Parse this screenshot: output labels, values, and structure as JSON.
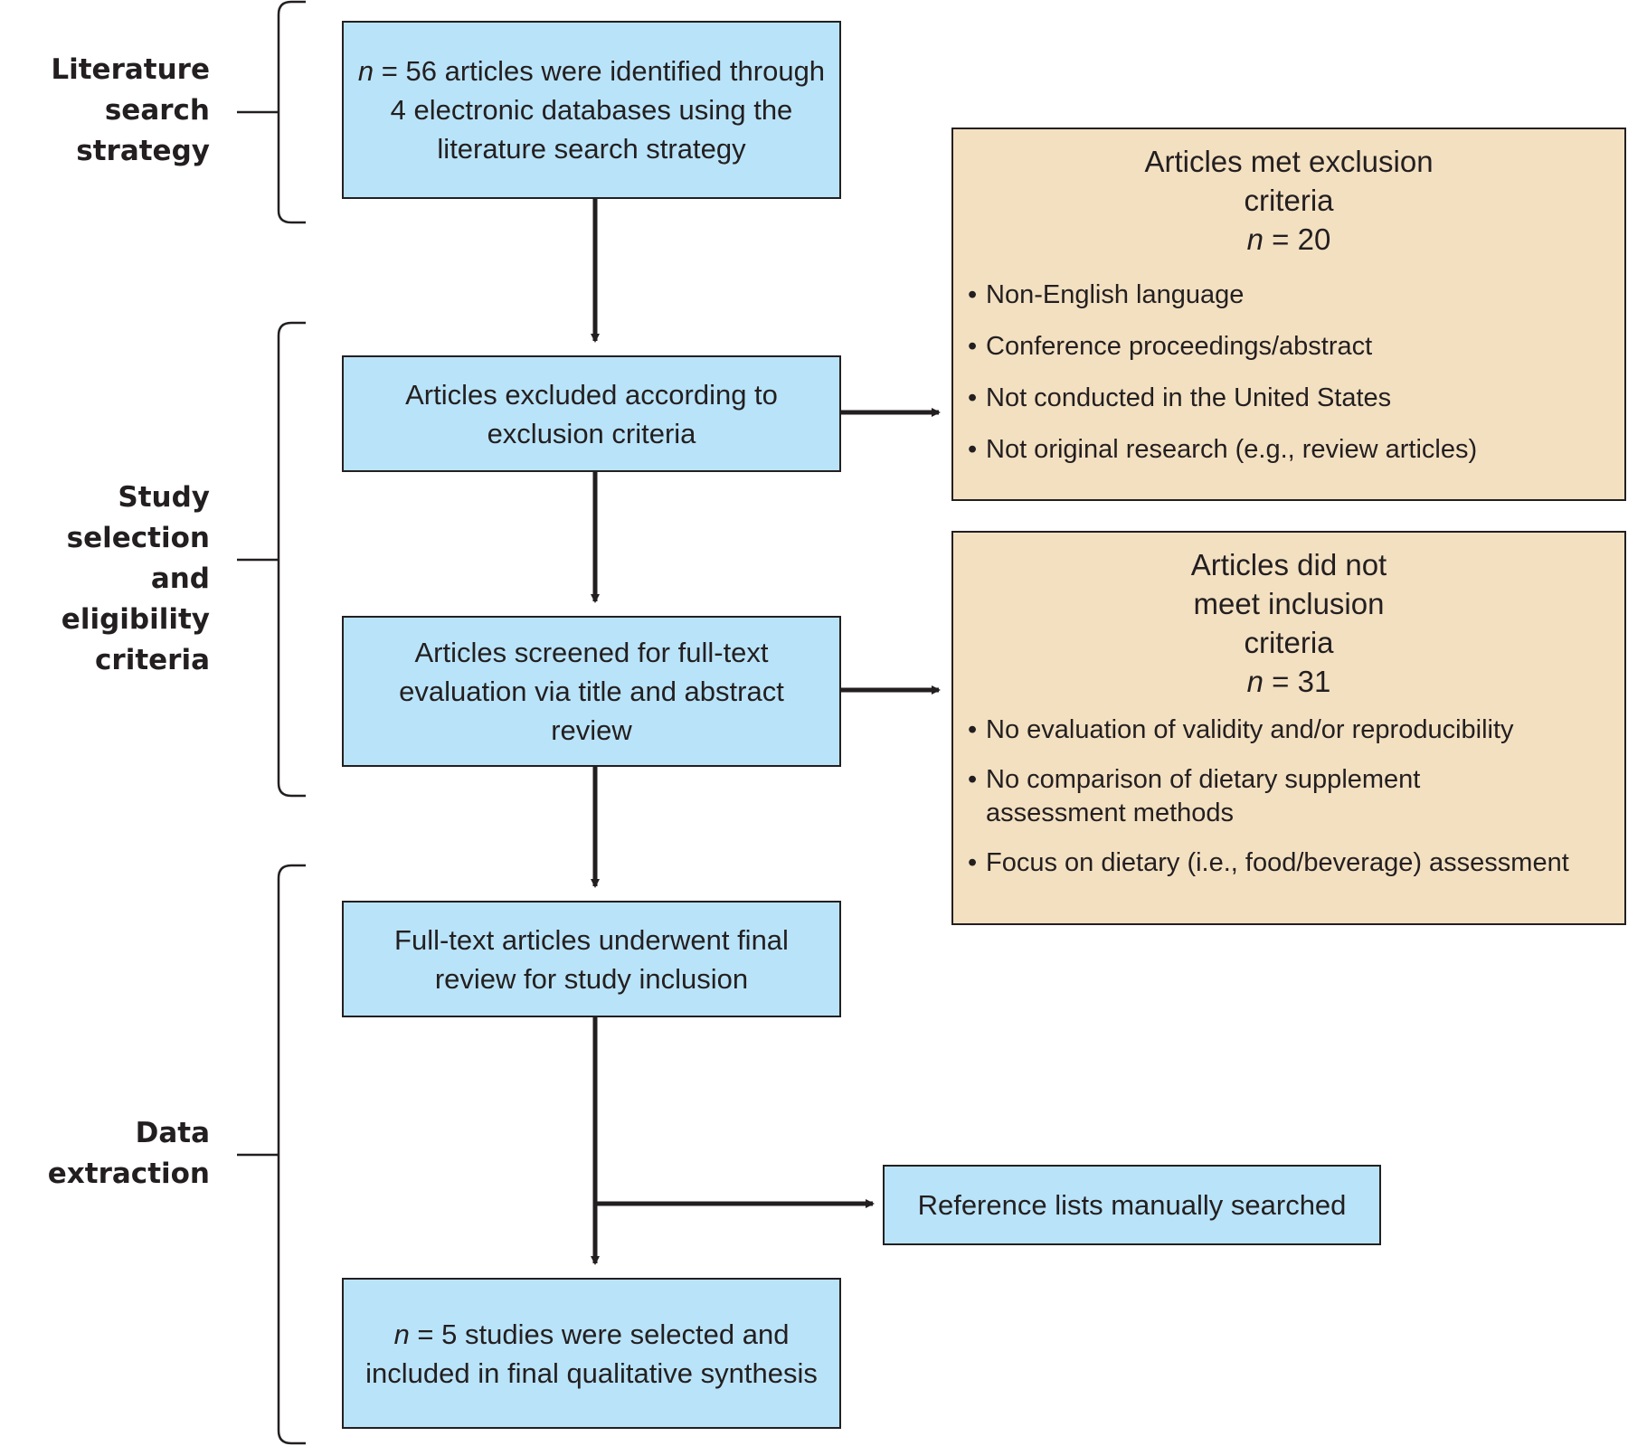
{
  "stages": {
    "literature_search": "Literature\nsearch\nstrategy",
    "study_selection": "Study\nselection\nand eligibility\ncriteria",
    "data_extraction": "Data\nextraction"
  },
  "boxes": {
    "identified": {
      "n_symbol": "n",
      "text": " = 56 articles were identified through 4 electronic databases using the literature search strategy"
    },
    "excluded": {
      "text": "Articles excluded according to exclusion criteria"
    },
    "screened": {
      "text": "Articles screened for full-text evaluation via title and abstract review"
    },
    "final_review": {
      "text": "Full-text articles underwent final review for study inclusion"
    },
    "reference_lists": {
      "text": "Reference lists manually searched"
    },
    "selected": {
      "n_symbol": "n",
      "text": " = 5 studies were selected and included in final qualitative synthesis"
    }
  },
  "exclusion_panel": {
    "title": "Articles met exclusion criteria",
    "n_symbol": "n",
    "n_value": " = 20",
    "items": [
      "Non-English language",
      "Conference proceedings/abstract",
      "Not conducted in the United States",
      "Not original research (e.g., review articles)"
    ]
  },
  "inclusion_panel": {
    "title": "Articles did not meet inclusion criteria",
    "n_symbol": "n",
    "n_value": " = 31",
    "items": [
      "No evaluation of validity and/or reproducibility",
      "No comparison of dietary supplement assessment methods",
      "Focus on dietary (i.e., food/beverage) assessment"
    ]
  },
  "colors": {
    "blue_box": "#b9e3f8",
    "tan_box": "#f3e0c1",
    "stroke": "#231f20"
  }
}
